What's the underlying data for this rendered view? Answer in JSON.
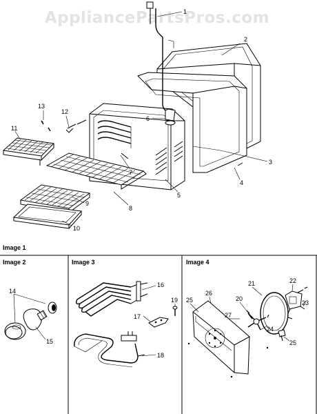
{
  "watermark": "AppliancePartsPros.com",
  "panels": {
    "image1": "Image 1",
    "image2": "Image 2",
    "image3": "Image 3",
    "image4": "Image 4"
  },
  "callouts": {
    "c1": "1",
    "c2": "2",
    "c3": "3",
    "c4": "4",
    "c5": "5",
    "c6": "6",
    "c7": "7",
    "c8": "8",
    "c9": "9",
    "c10": "10",
    "c11": "11",
    "c12": "12",
    "c13": "13",
    "c14": "14",
    "c15": "15",
    "c16": "16",
    "c17": "17",
    "c18": "18",
    "c19": "19",
    "c20": "20",
    "c21": "21",
    "c22": "22",
    "c23": "23",
    "c24": "24",
    "c25a": "25",
    "c25b": "25",
    "c26": "26",
    "c27": "27"
  }
}
